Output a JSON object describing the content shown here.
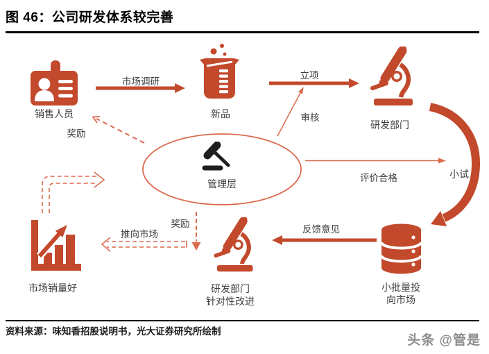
{
  "title": "图 46：公司研发体系较完善",
  "colors": {
    "primary": "#C2492B",
    "light": "#DB6A4E",
    "icon_dark": "#1F1F1F",
    "text": "#3D3D3D",
    "watermark": "#7A7A7A"
  },
  "nodes": {
    "sales": "销售人员",
    "new_product": "新品",
    "rd_dept": "研发部门",
    "management": "管理层",
    "pilot_test": "小试",
    "small_batch_line1": "小批量投",
    "small_batch_line2": "向市场",
    "rd_improve_line1": "研发部门",
    "rd_improve_line2": "针对性改进",
    "market_sales": "市场销量好"
  },
  "edges": {
    "market_research": "市场调研",
    "project_approval": "立项",
    "review": "审核",
    "evaluation_pass": "评价合格",
    "feedback": "反馈意见",
    "push_to_market": "推向市场",
    "reward_top": "奖励",
    "reward_bottom": "奖励"
  },
  "footer": {
    "source": "资料来源：味知香招股说明书，光大证券研究所绘制",
    "watermark": "头条 @管是"
  }
}
